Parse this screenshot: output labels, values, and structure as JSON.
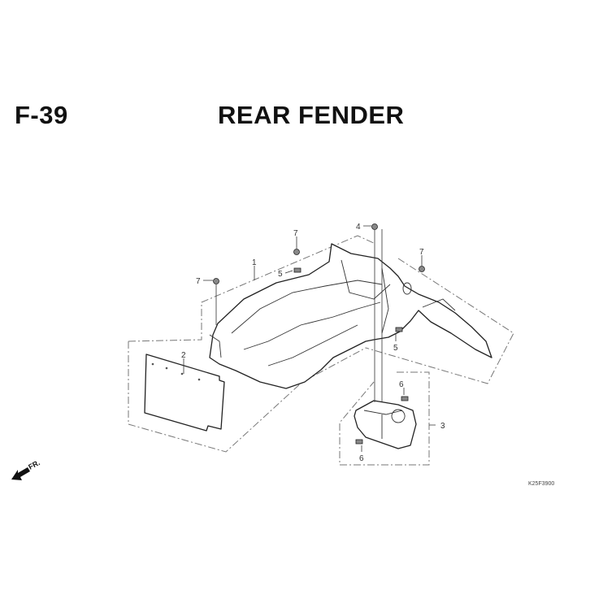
{
  "header": {
    "figure_code": "F-39",
    "title": "REAR FENDER"
  },
  "callouts": {
    "bolt_top_left": "7",
    "bolt_top_center": "4",
    "bolt_top_right": "7",
    "rear_fender": "1",
    "clip_left": "5",
    "bolt_left": "7",
    "license_plate_base": "2",
    "clip_right": "5",
    "nut_upper": "6",
    "bracket": "3",
    "nut_lower": "6"
  },
  "direction_label": "FR.",
  "diagram_code": "K25F3900"
}
